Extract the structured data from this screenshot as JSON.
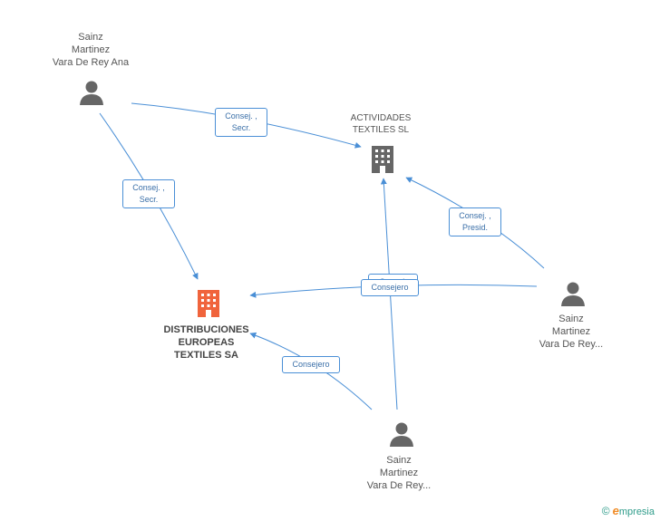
{
  "nodes": {
    "person_ana": {
      "label": "Sainz\nMartinez\nVara De Rey Ana"
    },
    "company_actividades": {
      "label": "ACTIVIDADES\nTEXTILES SL"
    },
    "company_distribuciones": {
      "label": "DISTRIBUCIONES\nEUROPEAS\nTEXTILES SA"
    },
    "person_right": {
      "label": "Sainz\nMartinez\nVara De Rey..."
    },
    "person_bottom": {
      "label": "Sainz\nMartinez\nVara De Rey..."
    }
  },
  "edges": {
    "ana_actividades": {
      "label": "Consej. ,\nSecr."
    },
    "ana_distribuciones": {
      "label": "Consej. ,\nSecr."
    },
    "right_actividades": {
      "label": "Consej. ,\nPresid."
    },
    "right_distribuciones": {
      "label": "Consejero"
    },
    "bottom_actividades": {
      "label": "Consej."
    },
    "bottom_distribuciones": {
      "label": "Consejero"
    }
  },
  "colors": {
    "edge": "#4a8fd6",
    "person_icon": "#666666",
    "company_icon": "#666666",
    "focus_company_icon": "#f0643c"
  },
  "branding": {
    "copyright": "©",
    "name_initial": "e",
    "name_rest": "mpresia"
  }
}
